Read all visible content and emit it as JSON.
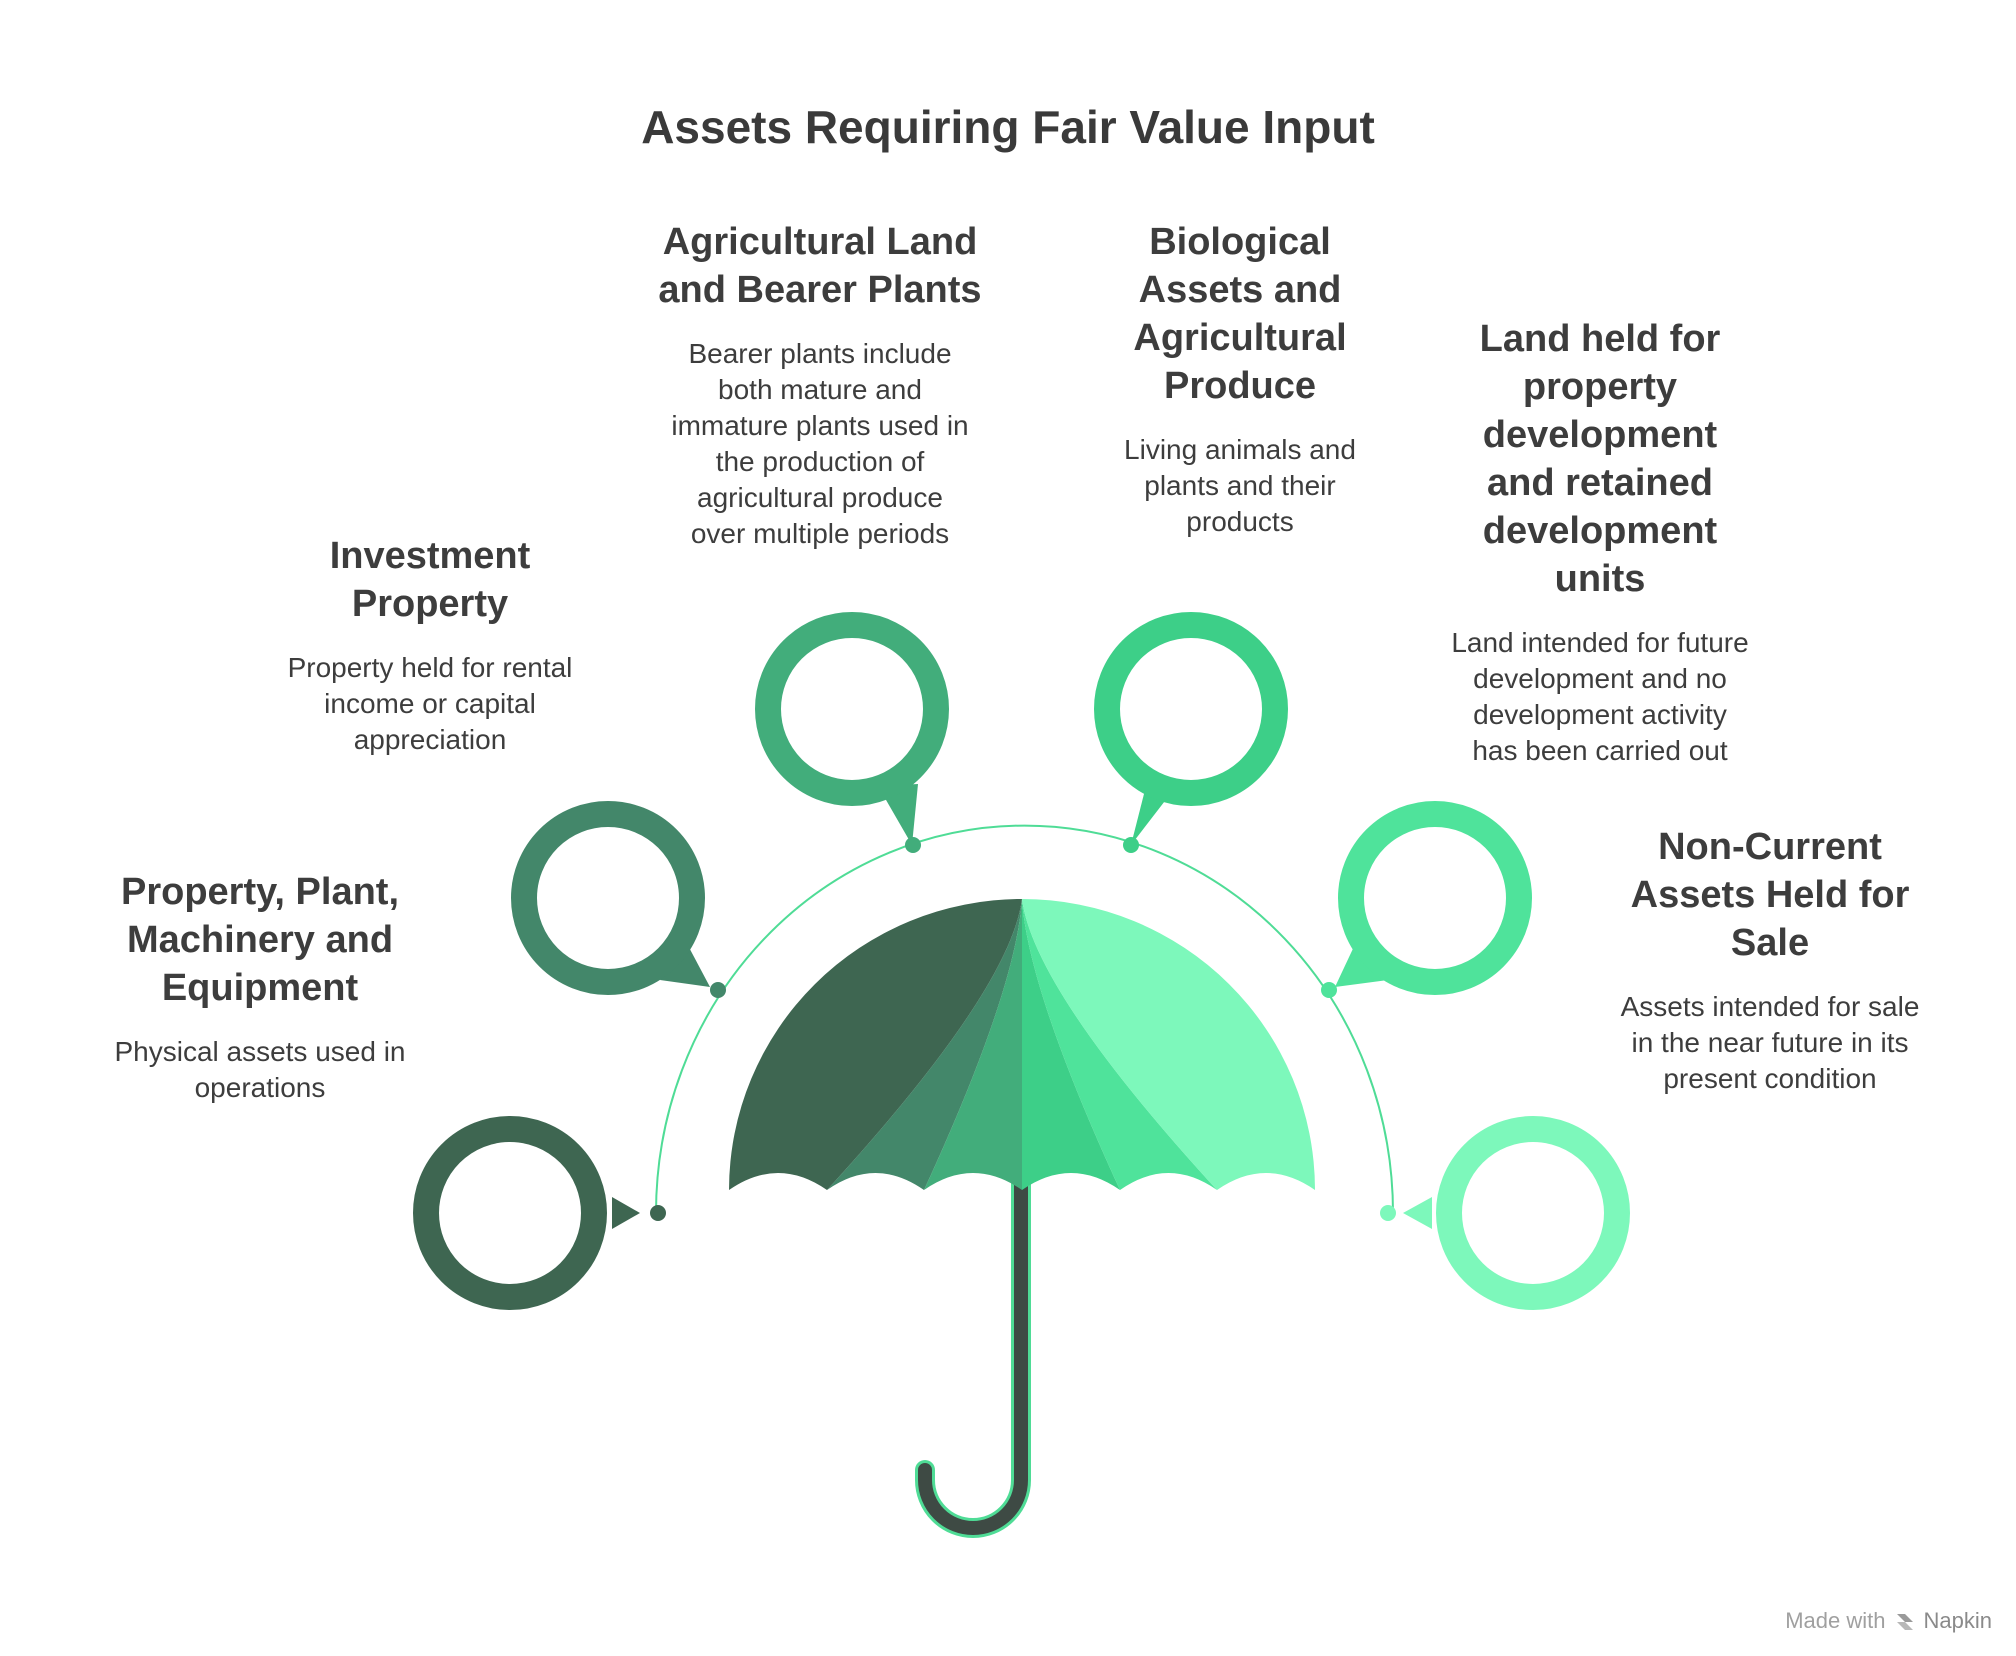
{
  "title": "Assets Requiring Fair Value Input",
  "colors": {
    "c1": "#3e6651",
    "c2": "#43876a",
    "c3": "#42ad7b",
    "c4": "#3dcf88",
    "c5": "#4fe39b",
    "c6": "#7df8bb",
    "arc": "#4fdc96",
    "handle": "#3e4a44"
  },
  "items": [
    {
      "heading": "Property, Plant, Machinery and Equipment",
      "heading_lines": [
        "Property, Plant,",
        "Machinery and",
        "Equipment"
      ],
      "desc_lines": [
        "Physical assets used in",
        "operations"
      ]
    },
    {
      "heading": "Investment Property",
      "heading_lines": [
        "Investment",
        "Property"
      ],
      "desc_lines": [
        "Property held for rental",
        "income or capital",
        "appreciation"
      ]
    },
    {
      "heading": "Agricultural Land and Bearer Plants",
      "heading_lines": [
        "Agricultural Land",
        "and Bearer Plants"
      ],
      "desc_lines": [
        "Bearer plants include",
        "both mature and",
        "immature plants used in",
        "the production of",
        "agricultural produce",
        "over multiple periods"
      ]
    },
    {
      "heading": "Biological Assets and Agricultural Produce",
      "heading_lines": [
        "Biological",
        "Assets and",
        "Agricultural",
        "Produce"
      ],
      "desc_lines": [
        "Living animals and",
        "plants and their",
        "products"
      ]
    },
    {
      "heading": "Land held for property development and retained development units",
      "heading_lines": [
        "Land held for",
        "property",
        "development",
        "and retained",
        "development",
        "units"
      ],
      "desc_lines": [
        "Land intended for future",
        "development and no",
        "development activity",
        "has been carried out"
      ]
    },
    {
      "heading": "Non-Current Assets Held for Sale",
      "heading_lines": [
        "Non-Current",
        "Assets Held for",
        "Sale"
      ],
      "desc_lines": [
        "Assets intended for sale",
        "in the near future in its",
        "present condition"
      ]
    }
  ],
  "footer": {
    "made_with": "Made with",
    "brand": "Napkin"
  }
}
